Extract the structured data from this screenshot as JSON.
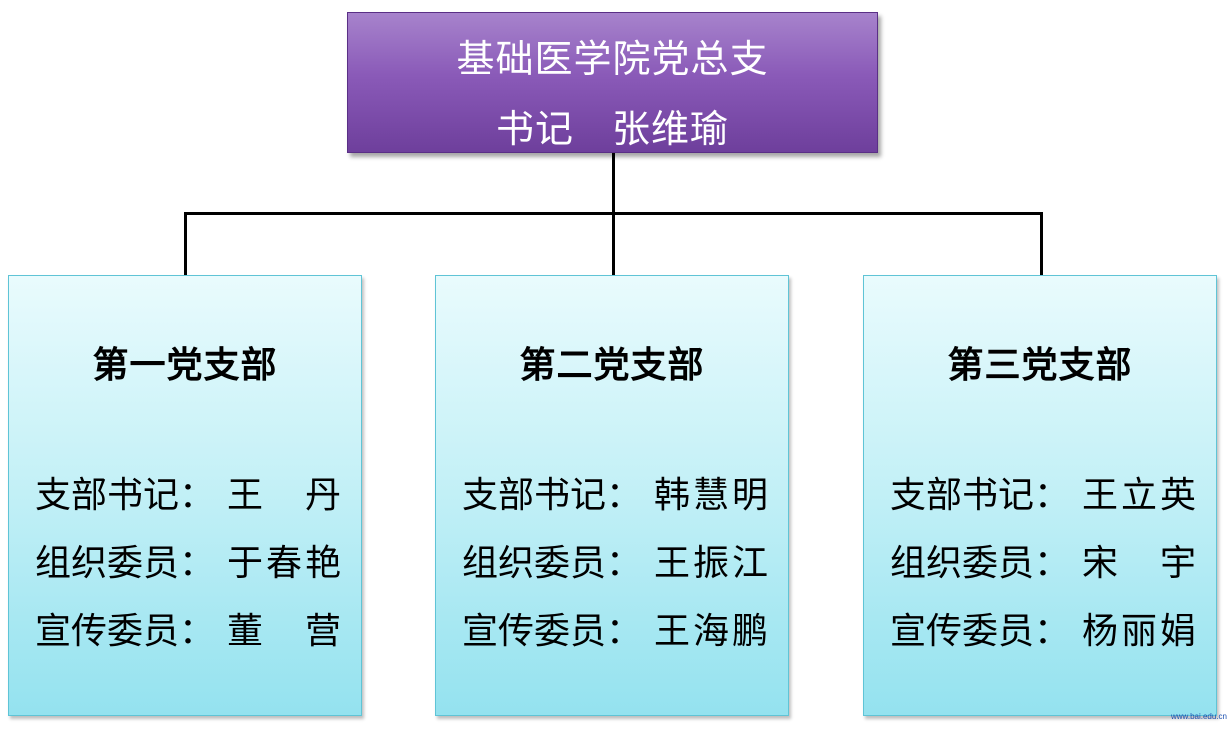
{
  "root": {
    "title": "基础医学院党总支",
    "secretary_label": "书记",
    "secretary_name": "张维瑜"
  },
  "branches": [
    {
      "title": "第一党支部",
      "members": [
        {
          "role": "支部书记：",
          "name": [
            "王",
            "丹"
          ]
        },
        {
          "role": "组织委员：",
          "name": [
            "于",
            "春",
            "艳"
          ]
        },
        {
          "role": "宣传委员：",
          "name": [
            "董",
            "营"
          ]
        }
      ]
    },
    {
      "title": "第二党支部",
      "members": [
        {
          "role": "支部书记：",
          "name": [
            "韩",
            "慧",
            "明"
          ]
        },
        {
          "role": "组织委员：",
          "name": [
            "王",
            "振",
            "江"
          ]
        },
        {
          "role": "宣传委员：",
          "name": [
            "王",
            "海",
            "鹏"
          ]
        }
      ]
    },
    {
      "title": "第三党支部",
      "members": [
        {
          "role": "支部书记：",
          "name": [
            "王",
            "立",
            "英"
          ]
        },
        {
          "role": "组织委员：",
          "name": [
            "宋",
            "宇"
          ]
        },
        {
          "role": "宣传委员：",
          "name": [
            "杨",
            "丽",
            "娟"
          ]
        }
      ]
    }
  ],
  "watermark": "www.bai.edu.cn",
  "colors": {
    "root_fill": "#8a5ab8",
    "branch_fill": "#c6f1f7",
    "branch_border": "#5fc4d6",
    "connector": "#000000"
  }
}
